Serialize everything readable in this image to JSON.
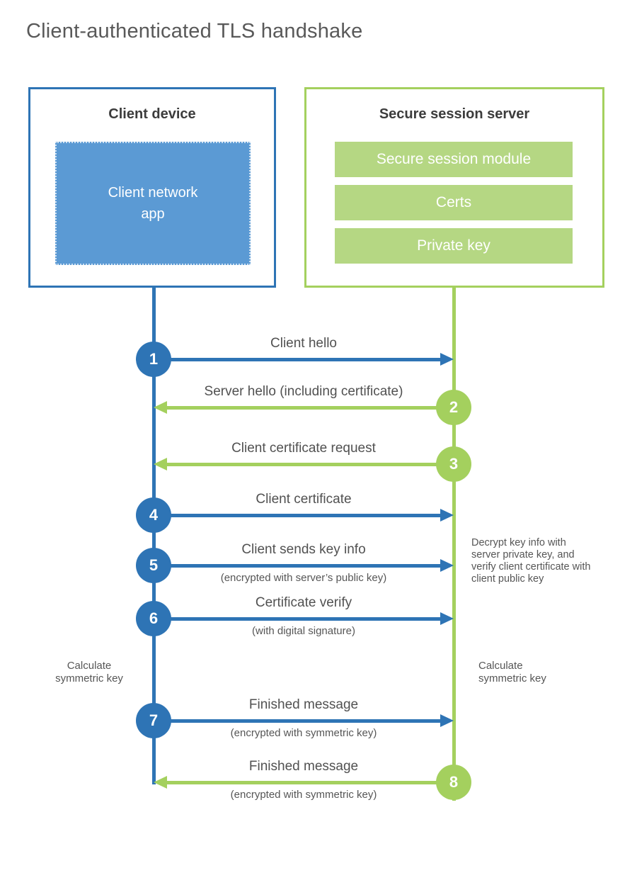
{
  "title": "Client-authenticated TLS handshake",
  "client": {
    "title": "Client device",
    "app_label": "Client network\napp"
  },
  "server": {
    "title": "Secure session server",
    "modules": [
      "Secure session module",
      "Certs",
      "Private key"
    ]
  },
  "messages": [
    {
      "number": "1",
      "label": "Client hello",
      "sublabel": "",
      "from": "client",
      "to": "server"
    },
    {
      "number": "2",
      "label": "Server hello (including certificate)",
      "sublabel": "",
      "from": "server",
      "to": "client"
    },
    {
      "number": "3",
      "label": "Client certificate request",
      "sublabel": "",
      "from": "server",
      "to": "client"
    },
    {
      "number": "4",
      "label": "Client certificate",
      "sublabel": "",
      "from": "client",
      "to": "server"
    },
    {
      "number": "5",
      "label": "Client sends key info",
      "sublabel": "(encrypted with server’s public key)",
      "from": "client",
      "to": "server"
    },
    {
      "number": "6",
      "label": "Certificate verify",
      "sublabel": "(with digital signature)",
      "from": "client",
      "to": "server"
    },
    {
      "number": "7",
      "label": "Finished message",
      "sublabel": "(encrypted with symmetric key)",
      "from": "client",
      "to": "server"
    },
    {
      "number": "8",
      "label": "Finished message",
      "sublabel": "(encrypted with symmetric key)",
      "from": "server",
      "to": "client"
    }
  ],
  "annotations": {
    "decrypt_note": "Decrypt key info with server private key, and verify client certificate with client public key",
    "calculate_left": "Calculate symmetric key",
    "calculate_right": "Calculate symmetric key"
  },
  "colors": {
    "client_blue": "#2e74b5",
    "client_fill_blue": "#5b9ad4",
    "server_green": "#a4d05e",
    "server_fill_green": "#b5d783",
    "label_text_gray": "#515151"
  }
}
